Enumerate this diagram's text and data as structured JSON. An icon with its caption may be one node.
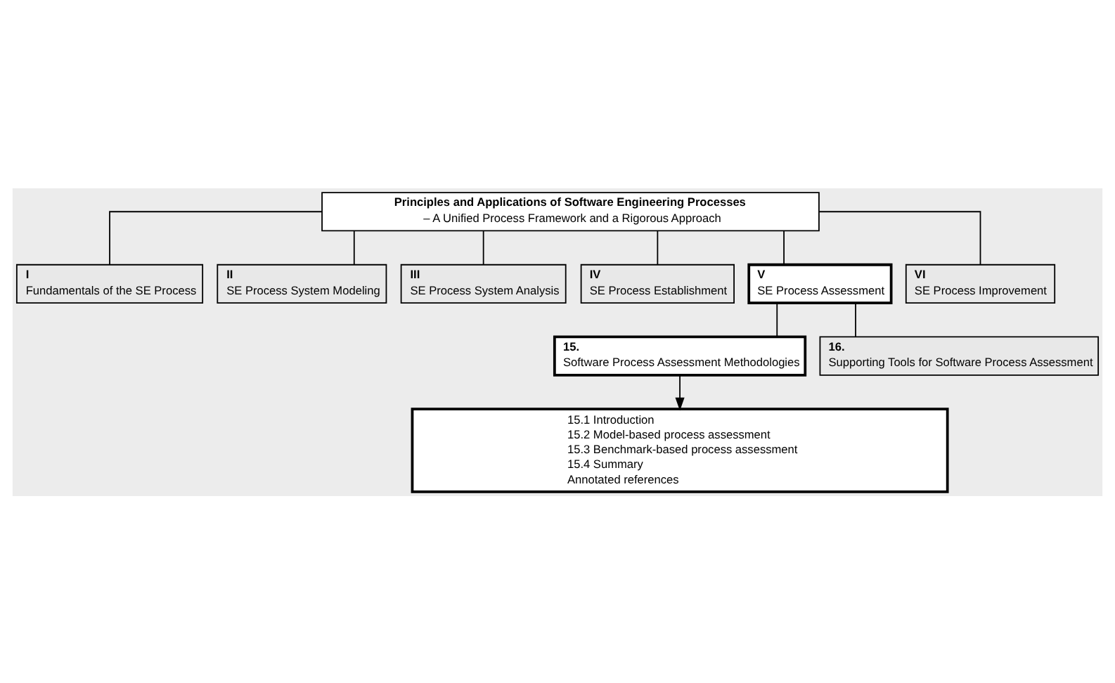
{
  "diagram": {
    "nodes": [
      {
        "text": [
          "Principles and Applications of Software Engineering Processes",
          "– A Unified Process Framework and a Rigorous Approach"
        ]
      },
      {
        "text": [
          "I",
          "Fundamentals of the SE Process"
        ]
      },
      {
        "text": [
          "II",
          "SE Process System Modeling"
        ]
      },
      {
        "text": [
          "III",
          "SE Process System Analysis"
        ]
      },
      {
        "text": [
          "IV",
          "SE Process Establishment"
        ]
      },
      {
        "text": [
          "V",
          "SE Process Assessment"
        ]
      },
      {
        "text": [
          "VI",
          "SE Process Improvement"
        ]
      },
      {
        "text": [
          "15.",
          "Software Process Assessment Methodologies"
        ]
      },
      {
        "text": [
          "16.",
          "Supporting Tools for Software Process Assessment"
        ]
      },
      {
        "text": [
          "15.1 Introduction",
          "15.2 Model-based process assessment",
          "15.3 Benchmark-based process assessment",
          "15.4 Summary",
          "Annotated references"
        ]
      }
    ],
    "edges": [
      {
        "from": 0,
        "to": 1,
        "arrow": "none"
      },
      {
        "from": 0,
        "to": 2,
        "arrow": "none"
      },
      {
        "from": 0,
        "to": 3,
        "arrow": "none"
      },
      {
        "from": 0,
        "to": 4,
        "arrow": "none"
      },
      {
        "from": 0,
        "to": 5,
        "arrow": "none"
      },
      {
        "from": 0,
        "to": 6,
        "arrow": "none"
      },
      {
        "from": 5,
        "to": 7,
        "arrow": "none"
      },
      {
        "from": 5,
        "to": 8,
        "arrow": "none"
      },
      {
        "from": 7,
        "to": 9,
        "arrow": "to"
      }
    ]
  }
}
